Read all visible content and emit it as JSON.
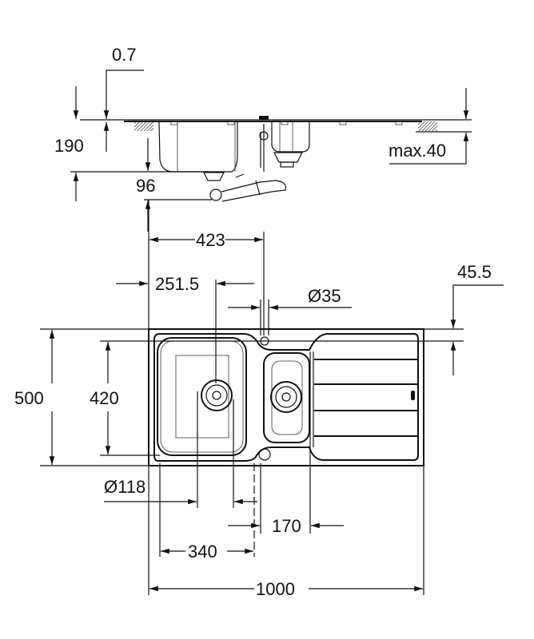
{
  "title": "Sink dimension drawing (side view and plan view)",
  "side_view": {
    "dims": {
      "thickness": "0.7",
      "depth": "190",
      "drain_offset": "96",
      "worktop_max": "max.40"
    }
  },
  "plan_view": {
    "dims": {
      "tap_hole_position": "423",
      "bowl_center": "251.5",
      "tap_hole_diameter": "Ø35",
      "tap_hole_offset": "45.5",
      "overall_depth": "500",
      "bowl_depth": "420",
      "drain_diameter": "Ø118",
      "small_bowl_width": "170",
      "main_bowl_width": "340",
      "overall_width": "1000"
    }
  }
}
